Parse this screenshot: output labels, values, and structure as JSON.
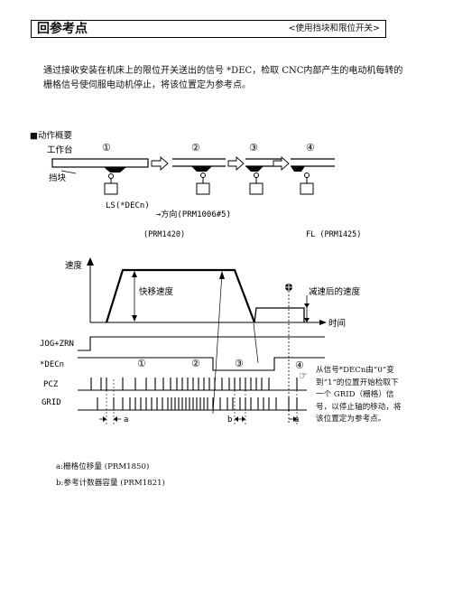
{
  "header": {
    "title": "回参考点",
    "subtitle": "<使用挡块和限位开关>"
  },
  "intro": "通过接收安装在机床上的限位开关送出的信号 *DEC，检取 CNC内部产生的电动机每转的栅格信号使伺服电动机停止，将该位置定为参考点。",
  "section": "■动作概要",
  "mech": {
    "table_label": "工作台",
    "dog_label": "挡块",
    "ls_label": "LS(*DECn)",
    "dir_label": "→方向(PRM1006#5)",
    "steps": [
      "①",
      "②",
      "③",
      "④"
    ]
  },
  "params": {
    "left": "(PRM1420)",
    "right": "FL (PRM1425)"
  },
  "speed_chart": {
    "y_label": "速度",
    "rapid_label": "快移速度",
    "slow_label": "减速后的速度",
    "x_label": "时间"
  },
  "signals": {
    "names": [
      "JOG+ZRN",
      "*DECn",
      "PCZ",
      "GRID"
    ],
    "steps": [
      "①",
      "②",
      "③",
      "④"
    ],
    "a_label": "a",
    "b_label": "b"
  },
  "note": "从信号*DECn由“0”变到“1”的位置开始检取下一个 GRID（栅格）信号，以停止轴的移动，将该位置定为参考点。",
  "definitions": {
    "a": "a:栅格位移量 (PRM1850)",
    "b": "b:参考计数器容量 (PRM1821)"
  }
}
